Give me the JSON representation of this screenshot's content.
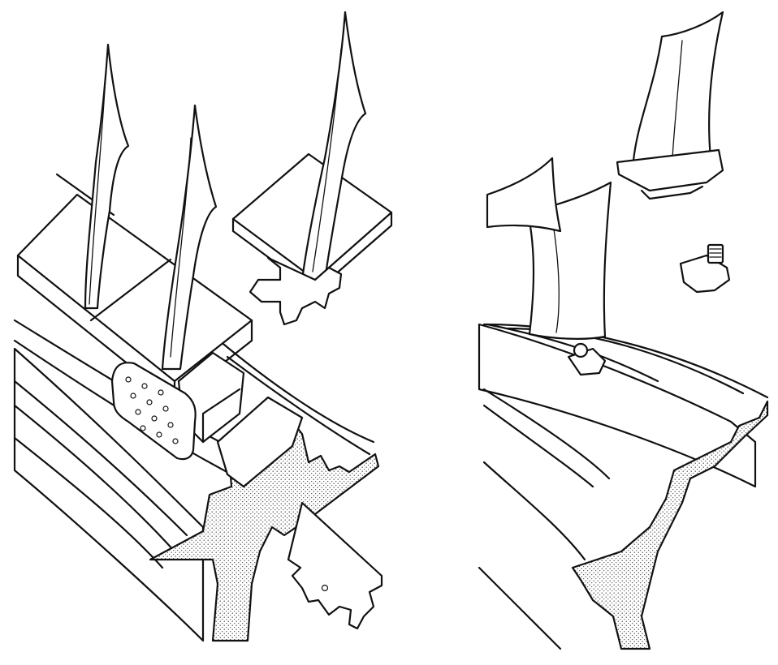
{
  "figure": {
    "colors": {
      "ink": "#111111",
      "paper": "#ffffff",
      "stipple": "#444444"
    },
    "left_view": {
      "blades_in_disc": 2,
      "loose_blade": 1,
      "locking_plate_holes": 12
    },
    "right_view": {
      "blades_in_disc": 2,
      "loose_blade": 1,
      "locking_bolt": 1
    }
  }
}
